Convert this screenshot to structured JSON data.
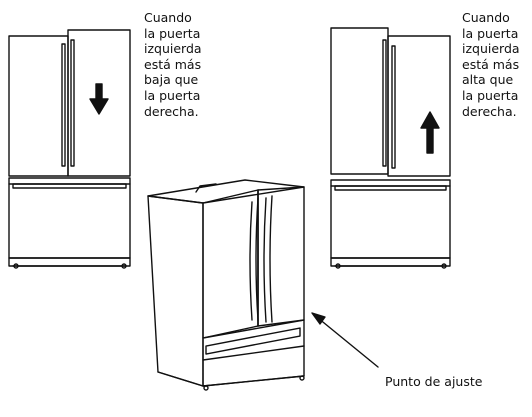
{
  "diagram": {
    "caption_left_lines": [
      "Cuando",
      "la puerta",
      "izquierda",
      "está más",
      "baja que",
      "la puerta",
      "derecha."
    ],
    "caption_right_lines": [
      "Cuando",
      "la puerta",
      "izquierda",
      "está más",
      "alta que",
      "la puerta",
      "derecha."
    ],
    "adjust_point_label": "Punto de ajuste",
    "arrow_left_direction": "down",
    "arrow_right_direction": "up"
  }
}
